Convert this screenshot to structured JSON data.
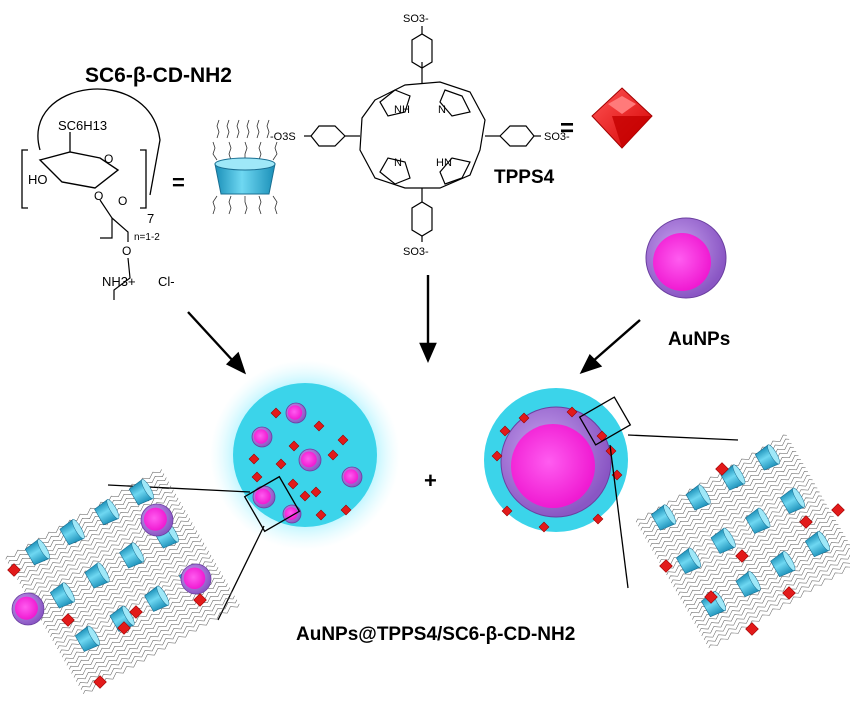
{
  "labels": {
    "cd_title": "SC6-β-CD-NH2",
    "tpps_label": "TPPS4",
    "aunp_label": "AuNPs",
    "product_label": "AuNPs@TPPS4/SC6-β-CD-NH2",
    "equals_1": "=",
    "equals_2": "=",
    "plus": "+"
  },
  "cd_structure": {
    "sc6h13": "SC6H13",
    "ho": "HO",
    "o1": "O",
    "o2": "O",
    "o3": "O",
    "o4": "O",
    "repeat": "7",
    "n_range": "n=1-2",
    "nh3": "NH3+",
    "cl": "Cl-"
  },
  "porphyrin": {
    "so3_top": "SO3-",
    "so3_bottom": "SO3-",
    "so3_left": "-O3S",
    "so3_right": "SO3-",
    "nh_top": "NH",
    "n_top": "N",
    "n_bottom": "N",
    "hn_bottom": "HN"
  },
  "colors": {
    "cyan": "#3fd0e4",
    "gold_shell": "#a777d6",
    "gold_core": "#ff2ad8",
    "porphyrin_red": "#e01818"
  }
}
